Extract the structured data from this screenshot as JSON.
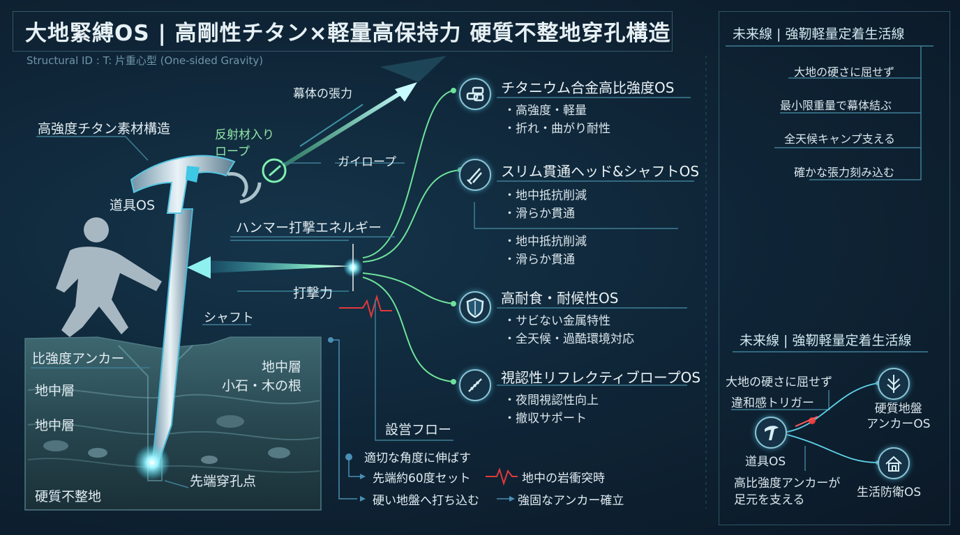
{
  "header": {
    "title": "大地緊縛OS | 高剛性チタン×軽量高保持力 硬質不整地穿孔構造",
    "subtitle": "Structural ID : T: 片重心型 (One-sided Gravity)"
  },
  "tool": {
    "material_label": "高強度チタン素材構造",
    "tool_os": "道具OS",
    "reflective_rope": "反射材入り\nロープ",
    "tension": "幕体の張力",
    "guy_rope": "ガイロープ",
    "hammer_energy": "ハンマー打撃エネルギー",
    "strike_force": "打撃力",
    "shaft": "シャフト"
  },
  "ground": {
    "anchor": "比強度アンカー",
    "layer1": "地中層",
    "layer2": "地中層",
    "right_layer": "地中層\n小石・木の根",
    "tip": "先端穿孔点",
    "hard_ground": "硬質不整地"
  },
  "features": [
    {
      "title": "チタニウム合金高比強度OS",
      "icon": "titanium-bars-icon",
      "bullets": [
        "・高強度・軽量",
        "・折れ・曲がり耐性"
      ]
    },
    {
      "title": "スリム貫通ヘッド&シャフトOS",
      "icon": "slim-shaft-icon",
      "bullets": [
        "・地中抵抗削減",
        "・滑らか貫通"
      ]
    },
    {
      "title": "",
      "icon": "",
      "bullets": [
        "・地中抵抗削減",
        "・滑らか貫通"
      ]
    },
    {
      "title": "高耐食・耐候性OS",
      "icon": "shield-icon",
      "bullets": [
        "・サビない金属特性",
        "・全天候・過酷環境対応"
      ]
    },
    {
      "title": "視認性リフレクティブロープOS",
      "icon": "reflective-rope-icon",
      "bullets": [
        "・夜間視認性向上",
        "・撤収サポート"
      ]
    }
  ],
  "flow": {
    "title": "設営フロー",
    "step1": "適切な角度に伸ばす",
    "step2": "先端約60度セット",
    "step2_note": "地中の岩衝突時",
    "step3": "硬い地盤へ打ち込む",
    "step4": "強固なアンカー確立"
  },
  "future_top": {
    "title": "未来線 | 強靭軽量定着生活線",
    "items": [
      "大地の硬さに屈せず",
      "最小限重量で幕体結ぶ",
      "全天候キャンプ支える",
      "確かな張力刻み込む"
    ]
  },
  "future_bottom": {
    "title": "未来線 | 強靭軽量定着生活線",
    "trigger_top": "大地の硬さに屈せず",
    "trigger_bottom": "違和感トリガー",
    "center": "道具OS",
    "center_desc": "高比強度アンカーが\n足元を支える",
    "out1": "硬質地盤\nアンカーOS",
    "out2": "生活防衛OS"
  },
  "colors": {
    "accent_cyan": "#5fd3e8",
    "accent_green": "#6fe39a",
    "alert_red": "#e03a3a"
  }
}
